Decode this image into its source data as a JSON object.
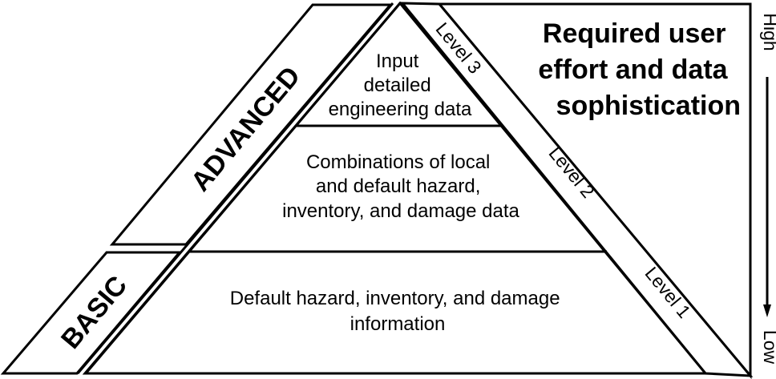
{
  "diagram": {
    "type": "pyramid",
    "title_lines": [
      "Required user",
      "effort and data",
      "sophistication"
    ],
    "axis": {
      "high_label": "High",
      "low_label": "Low"
    },
    "categories": {
      "advanced": "ADVANCED",
      "basic": "BASIC"
    },
    "levels": [
      {
        "label": "Level 3",
        "description_lines": [
          "Input",
          "detailed",
          "engineering data"
        ]
      },
      {
        "label": "Level 2",
        "description_lines": [
          "Combinations of local",
          "and default hazard,",
          "inventory, and damage data"
        ]
      },
      {
        "label": "Level 1",
        "description_lines": [
          "Default hazard, inventory, and damage",
          "information"
        ]
      }
    ],
    "colors": {
      "stroke": "#000000",
      "background": "#ffffff"
    }
  }
}
